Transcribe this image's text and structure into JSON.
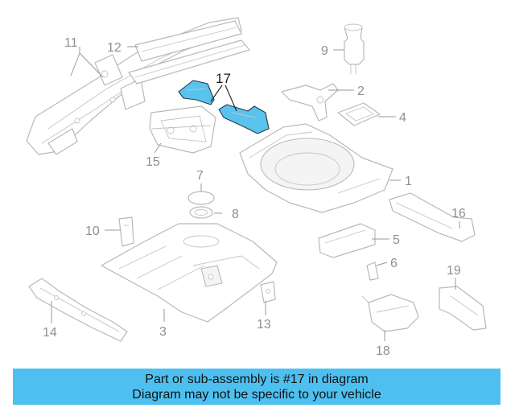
{
  "diagram": {
    "highlight_color": "#59c3ee",
    "line_color": "#b9b9b9",
    "callouts": {
      "c1": "1",
      "c2": "2",
      "c3": "3",
      "c4": "4",
      "c5": "5",
      "c6": "6",
      "c7": "7",
      "c8": "8",
      "c9": "9",
      "c10": "10",
      "c11": "11",
      "c12": "12",
      "c13": "13",
      "c14": "14",
      "c15": "15",
      "c16": "16",
      "c17": "17",
      "c18": "18",
      "c19": "19"
    },
    "highlighted_part": "17"
  },
  "banner": {
    "line1": "Part or sub-assembly is #17 in diagram",
    "line2": "Diagram may not be specific to your vehicle",
    "background": "#4ec0f0",
    "text_color": "#111111"
  }
}
